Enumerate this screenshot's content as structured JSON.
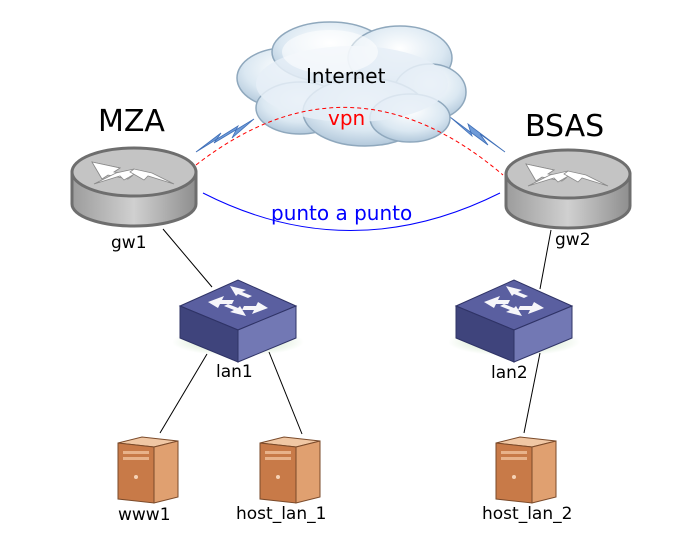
{
  "diagram": {
    "sites": {
      "left": "MZA",
      "right": "BSAS"
    },
    "cloud": {
      "label": "Internet"
    },
    "links": {
      "vpn": {
        "label": "vpn",
        "color": "#ff0000"
      },
      "p2p": {
        "label": "punto a punto",
        "color": "#0000ff"
      }
    },
    "devices": {
      "gw1": "gw1",
      "gw2": "gw2",
      "lan1": "lan1",
      "lan2": "lan2",
      "www1": "www1",
      "host_lan_1": "host_lan_1",
      "host_lan_2": "host_lan_2"
    },
    "colors": {
      "router_body": "#c0c0c0",
      "router_stroke": "#6e6e6e",
      "switch_top": "#5a5fa0",
      "switch_side": "#7278b4",
      "switch_front": "#3f447c",
      "server_front": "#c87a48",
      "server_side": "#e0a070",
      "link_line": "#000000"
    }
  }
}
